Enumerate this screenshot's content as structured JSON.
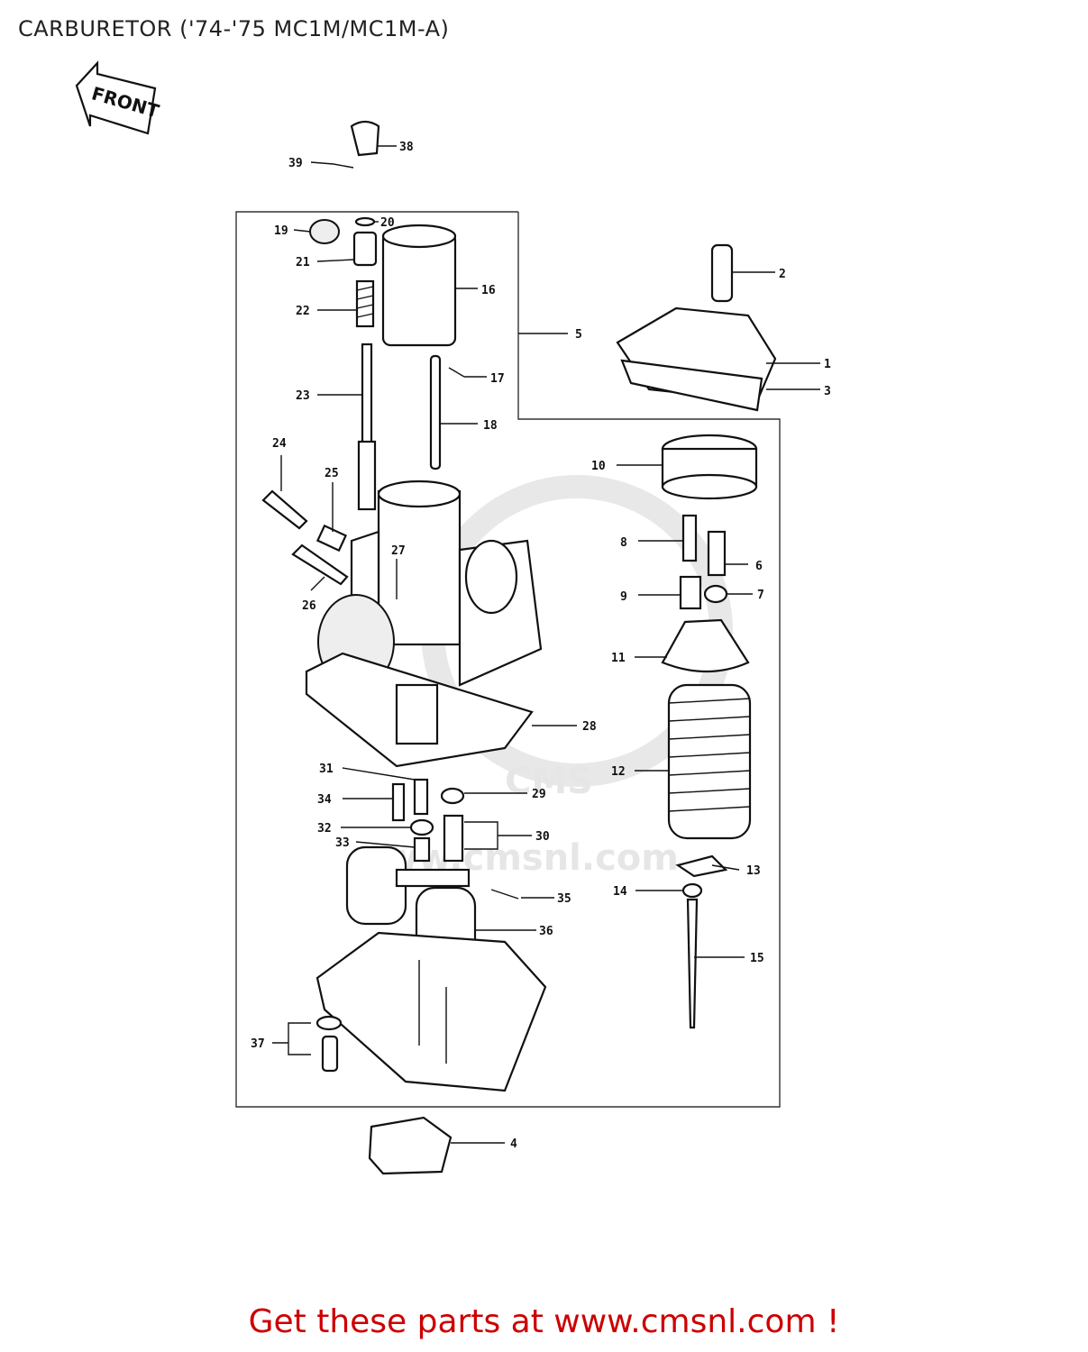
{
  "title": "CARBURETOR ('74-'75 MC1M/MC1M-A)",
  "front_label": "FRONT",
  "watermark": "www.cmsnl.com",
  "watermark_logo": "CMS",
  "footer": "Get these parts at www.cmsnl.com !",
  "callouts": [
    "1",
    "2",
    "3",
    "4",
    "5",
    "6",
    "7",
    "8",
    "9",
    "10",
    "11",
    "12",
    "13",
    "14",
    "15",
    "16",
    "17",
    "18",
    "19",
    "20",
    "21",
    "22",
    "23",
    "24",
    "25",
    "26",
    "27",
    "28",
    "29",
    "30",
    "31",
    "32",
    "33",
    "34",
    "35",
    "36",
    "37",
    "38",
    "39"
  ]
}
